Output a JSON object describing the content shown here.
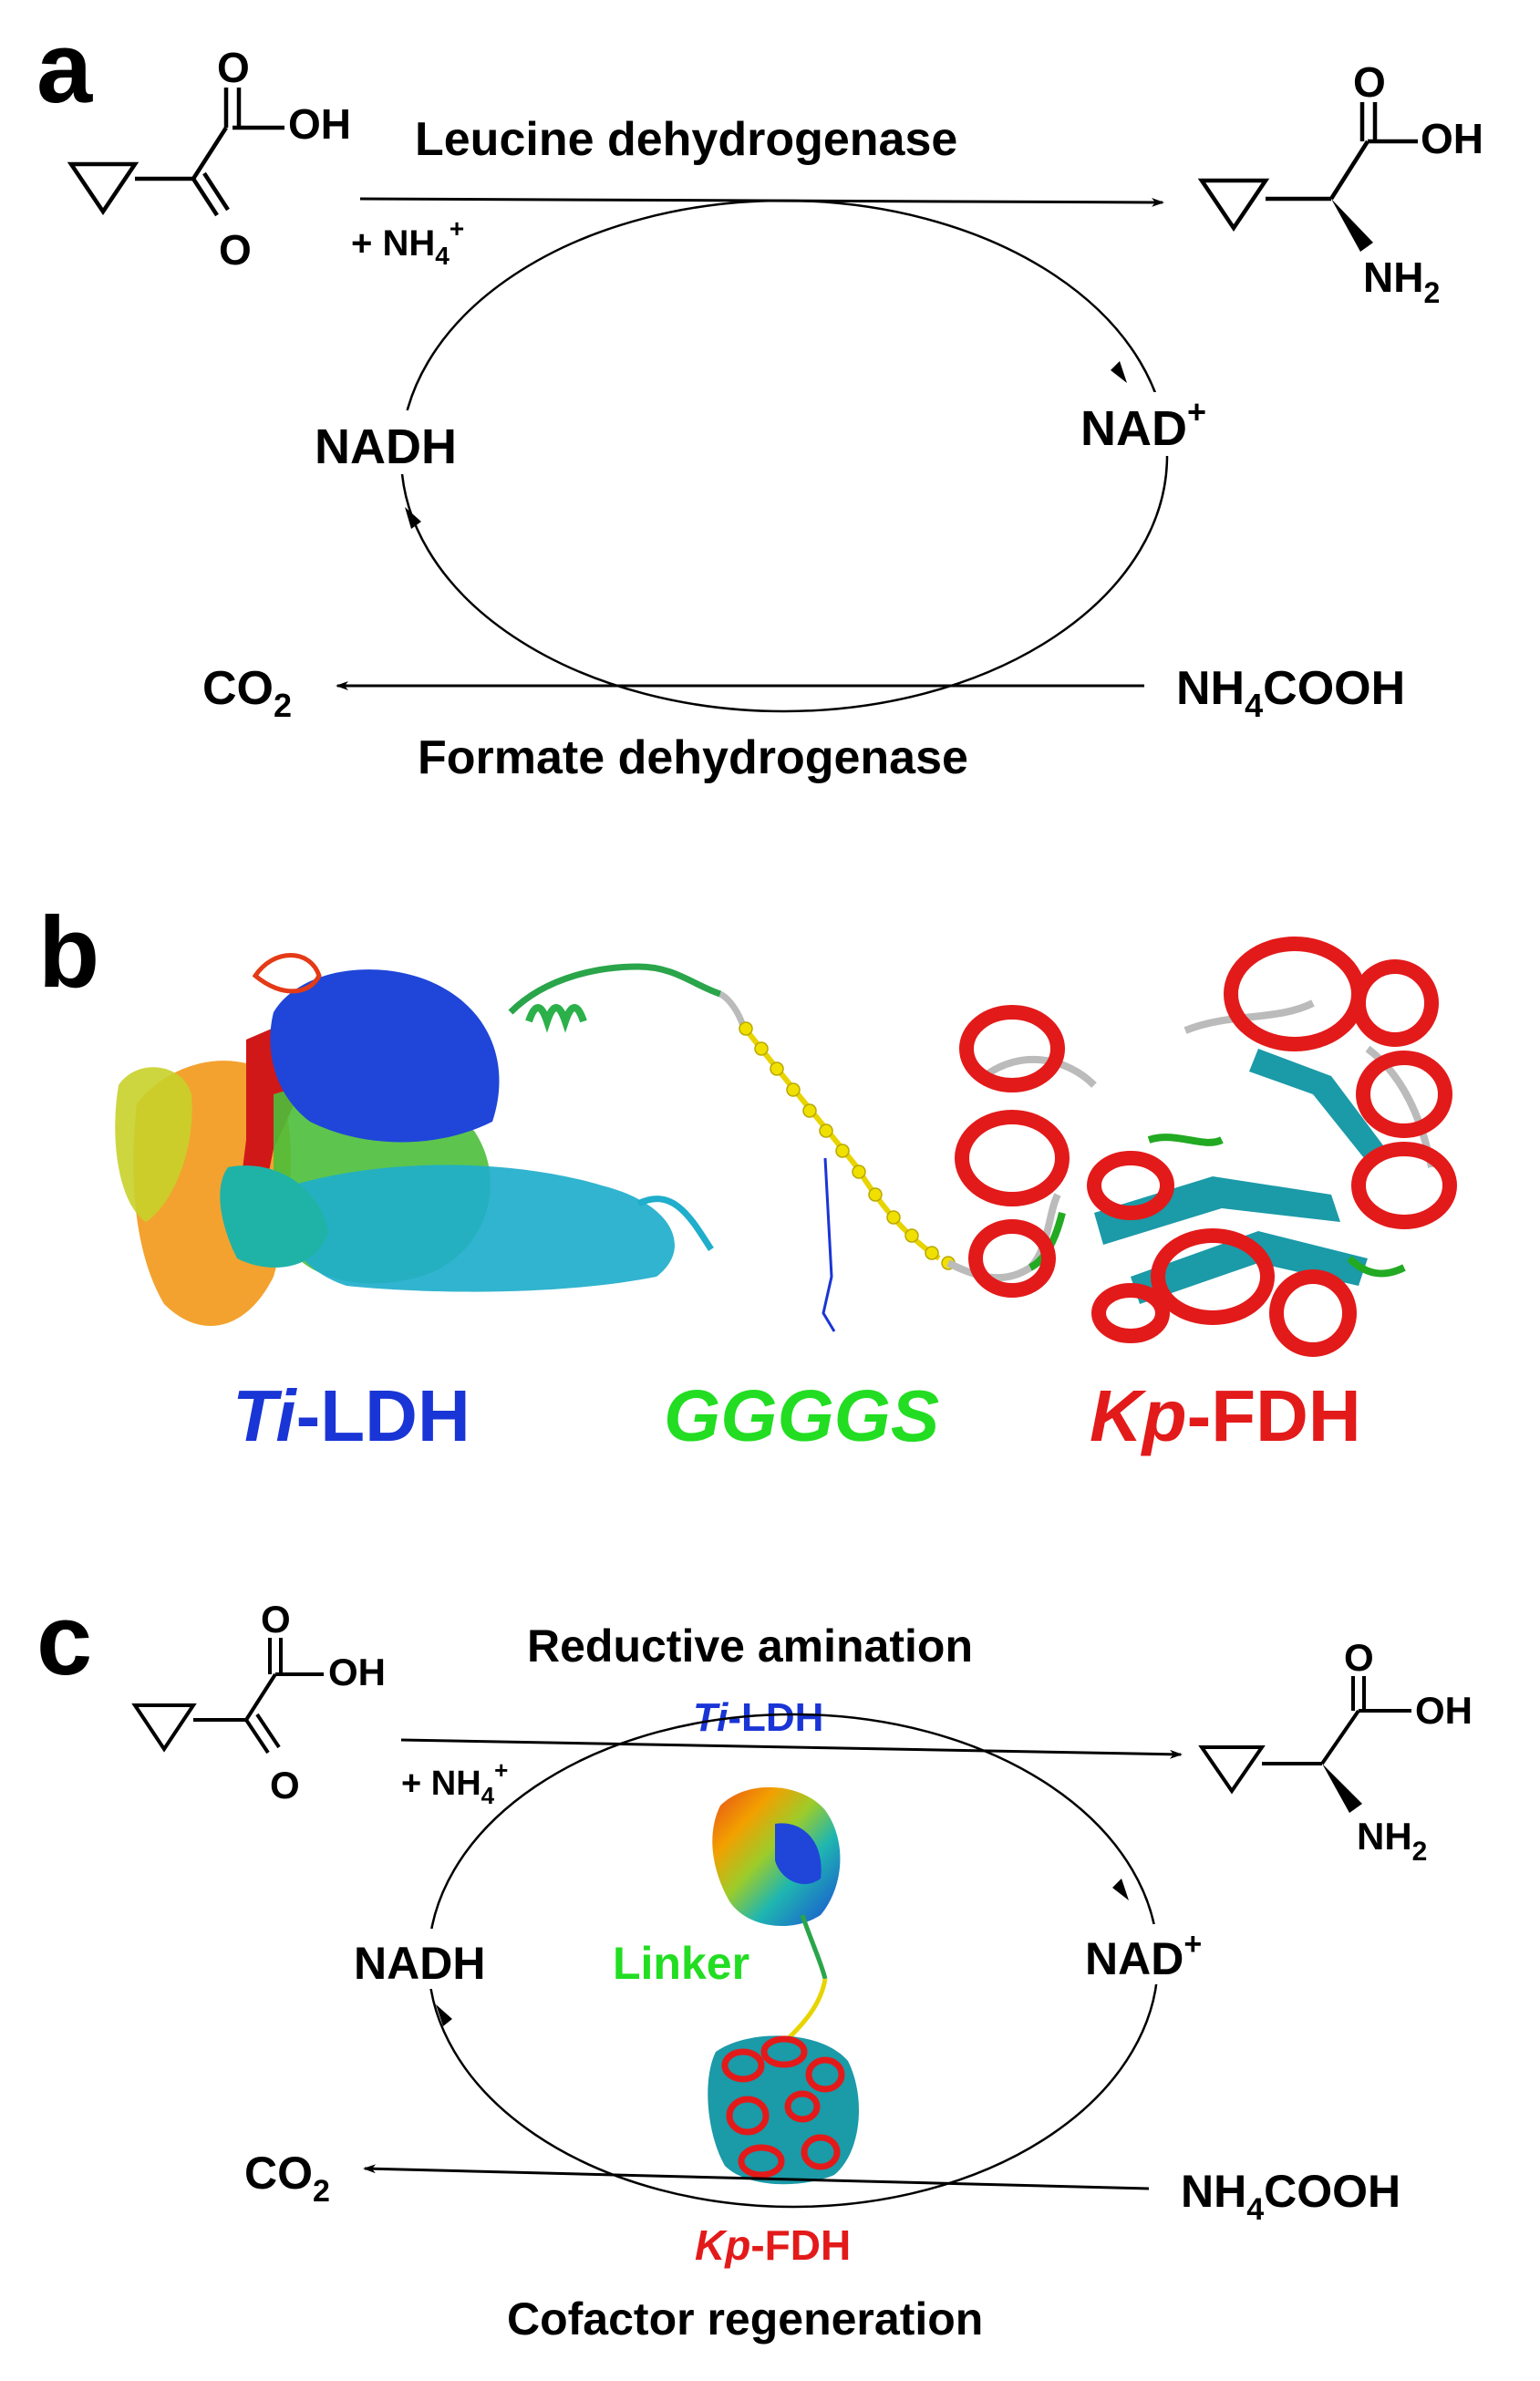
{
  "panel_a": {
    "letter": "a",
    "substrate": {
      "acid_O": "O",
      "acid_OH": "OH",
      "keto_O": "O"
    },
    "enzyme": "Leucine dehydrogenase",
    "ammonium": {
      "base": "+ NH",
      "sub": "4",
      "sup": "+"
    },
    "product": {
      "acid_O": "O",
      "acid_OH": "OH",
      "amine": "NH",
      "amine_sub": "2"
    },
    "nadh": "NADH",
    "nad": {
      "base": "NAD",
      "sup": "+"
    },
    "co2": {
      "base": "CO",
      "sub": "2"
    },
    "formate": {
      "pre": "NH",
      "sub": "4",
      "post": "COOH"
    },
    "enzyme2": "Formate dehydrogenase"
  },
  "panel_b": {
    "letter": "b",
    "ldh": {
      "italic": "Ti",
      "rest": "-LDH",
      "color": "#1a35d6"
    },
    "linker": {
      "text": "GGGGS",
      "color": "#22dd22"
    },
    "fdh": {
      "italic": "Kp",
      "rest": "-FDH",
      "color": "#e31a1a"
    }
  },
  "panel_c": {
    "letter": "c",
    "substrate": {
      "acid_O": "O",
      "acid_OH": "OH",
      "keto_O": "O"
    },
    "top_label": "Reductive amination",
    "ldh": {
      "italic": "Ti",
      "rest": "-LDH"
    },
    "ammonium": {
      "base": "+ NH",
      "sub": "4",
      "sup": "+"
    },
    "product": {
      "acid_O": "O",
      "acid_OH": "OH",
      "amine": "NH",
      "amine_sub": "2"
    },
    "nadh": "NADH",
    "linker": "Linker",
    "nad": {
      "base": "NAD",
      "sup": "+"
    },
    "co2": {
      "base": "CO",
      "sub": "2"
    },
    "formate": {
      "pre": "NH",
      "sub": "4",
      "post": "COOH"
    },
    "fdh": {
      "italic": "Kp",
      "rest": "-FDH"
    },
    "bottom_label": "Cofactor regeneration"
  },
  "colors": {
    "blue": "#1a35d6",
    "green": "#22dd22",
    "red": "#e31a1a",
    "yellow": "#e8d400",
    "cyan": "#1fa8b8",
    "teal": "#1b9aa8"
  }
}
